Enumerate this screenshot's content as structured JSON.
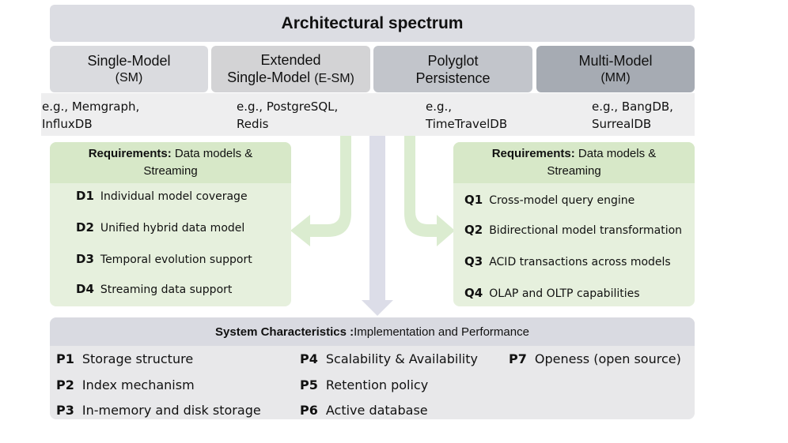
{
  "title": "Architectural spectrum",
  "categories": [
    {
      "line1": "Single-Model",
      "line2": "(SM)",
      "color": "#dadbdf"
    },
    {
      "line1": "Extended",
      "line2a": "Single-Model",
      "line2b": "(E-SM)",
      "color": "#d3d3d5"
    },
    {
      "line1": "Polyglot",
      "line2": "Persistence",
      "color": "#c2c5cb"
    },
    {
      "line1": "Multi-Model",
      "line2": "(MM)",
      "color": "#a6abb3"
    }
  ],
  "examples": [
    {
      "line1": "e.g., Memgraph,",
      "line2": "InfluxDB"
    },
    {
      "line1": "e.g., PostgreSQL,",
      "line2": "Redis"
    },
    {
      "line1": "e.g.,",
      "line2": "TimeTravelDB"
    },
    {
      "line1": "e.g., BangDB,",
      "line2": "SurrealDB"
    }
  ],
  "left_requirements": {
    "head_bold": "Requirements:",
    "head_rest": " Data models &",
    "head_line2": "Streaming",
    "items": [
      {
        "code": "D1",
        "text": "Individual model coverage"
      },
      {
        "code": "D2",
        "text": "Unified hybrid data model"
      },
      {
        "code": "D3",
        "text": "Temporal evolution support"
      },
      {
        "code": "D4",
        "text": "Streaming data support"
      }
    ]
  },
  "right_requirements": {
    "head_bold": "Requirements:",
    "head_rest": " Data models &",
    "head_line2": "Streaming",
    "items": [
      {
        "code": "Q1",
        "text": "Cross-model query engine"
      },
      {
        "code": "Q2",
        "text": "Bidirectional model transformation"
      },
      {
        "code": "Q3",
        "text": "ACID transactions across models"
      },
      {
        "code": "Q4",
        "text": "OLAP and OLTP capabilities"
      }
    ]
  },
  "system": {
    "head_bold": "System Characteristics :",
    "head_rest": " Implementation and Performance",
    "items": [
      {
        "code": "P1",
        "text": "Storage structure"
      },
      {
        "code": "P2",
        "text": "Index mechanism"
      },
      {
        "code": "P3",
        "text": "In-memory and disk storage"
      },
      {
        "code": "P4",
        "text": "Scalability & Availability"
      },
      {
        "code": "P5",
        "text": "Retention policy"
      },
      {
        "code": "P6",
        "text": "Active database"
      },
      {
        "code": "P7",
        "text": "Openess (open source)"
      }
    ]
  },
  "colors": {
    "green_arrow": "#dbecd0",
    "grey_arrow": "#dcdde8"
  }
}
